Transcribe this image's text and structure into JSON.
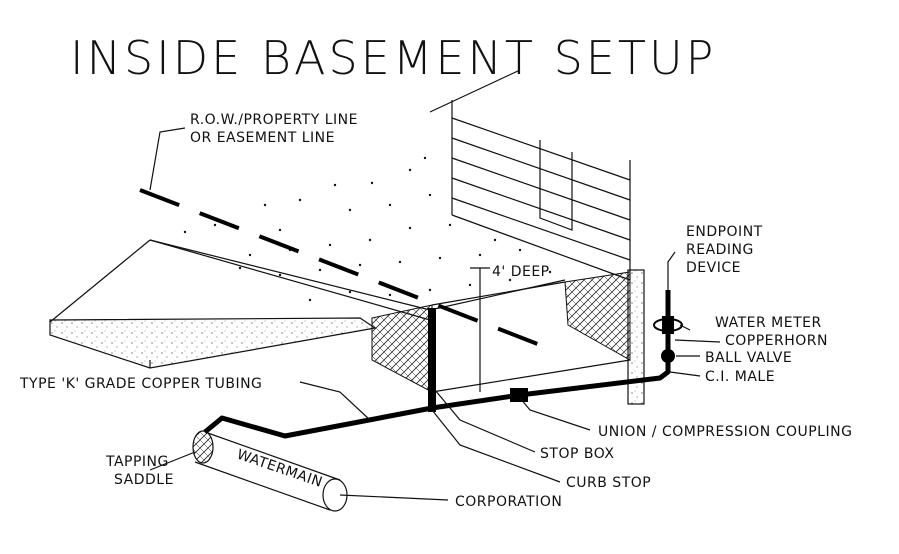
{
  "title": "INSIDE BASEMENT SETUP",
  "labels": {
    "row_line_1": "R.O.W./PROPERTY LINE",
    "row_line_2": "OR EASEMENT LINE",
    "depth": "4' DEEP",
    "endpoint_1": "ENDPOINT",
    "endpoint_2": "READING",
    "endpoint_3": "DEVICE",
    "water_meter": "WATER METER",
    "copperhorn": "COPPERHORN",
    "ball_valve": "BALL VALVE",
    "ci_male": "C.I. MALE",
    "copper_tubing": "TYPE 'K' GRADE COPPER TUBING",
    "union": "UNION / COMPRESSION COUPLING",
    "stop_box": "STOP BOX",
    "curb_stop": "CURB STOP",
    "tapping_1": "TAPPING",
    "tapping_2": "SADDLE",
    "watermain": "WATERMAIN",
    "corporation": "CORPORATION"
  }
}
